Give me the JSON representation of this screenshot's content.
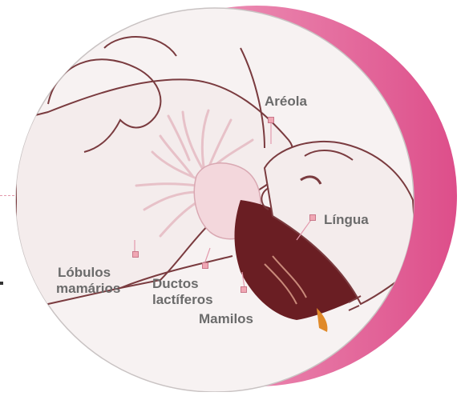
{
  "labels": {
    "areola": "Aréola",
    "lingua": "Língua",
    "lobulos_line1": "Lóbulos",
    "lobulos_line2": "mamários",
    "ductos_line1": "Ductos",
    "ductos_line2": "lactíferos",
    "mamilos": "Mamilos"
  },
  "colors": {
    "pink_accent": "#e0548f",
    "gland": "#f3d7dc",
    "lobules": "#f6e3e6",
    "mouth_dark": "#6a1e23",
    "skin_outline": "#7a3b3f",
    "label_text": "#6b6b6b",
    "marker": "#f0a7b4"
  }
}
